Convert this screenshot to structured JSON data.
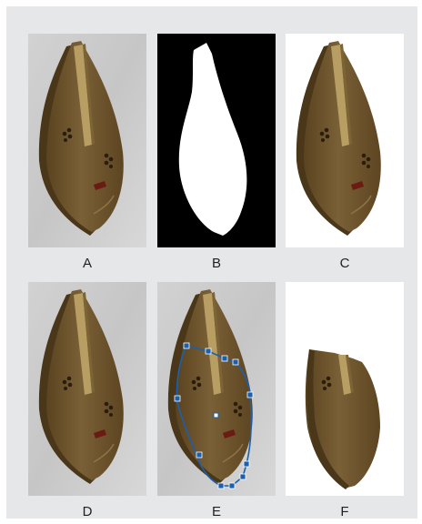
{
  "figure": {
    "panels": [
      {
        "id": "A",
        "label": "A",
        "kind": "photo"
      },
      {
        "id": "B",
        "label": "B",
        "kind": "mask"
      },
      {
        "id": "C",
        "label": "C",
        "kind": "cutout"
      },
      {
        "id": "D",
        "label": "D",
        "kind": "photo"
      },
      {
        "id": "E",
        "label": "E",
        "kind": "photo-with-path"
      },
      {
        "id": "F",
        "label": "F",
        "kind": "partial-cutout"
      }
    ]
  },
  "colors": {
    "frame_bg": "#e6e7e8",
    "photo_bg": "#cfcfcf",
    "wood": "#6e5630",
    "wood_dark": "#4a3618",
    "fretboard": "#b89e62",
    "path_stroke": "#1b5fae",
    "mask_black": "#000000",
    "mask_white": "#ffffff"
  }
}
